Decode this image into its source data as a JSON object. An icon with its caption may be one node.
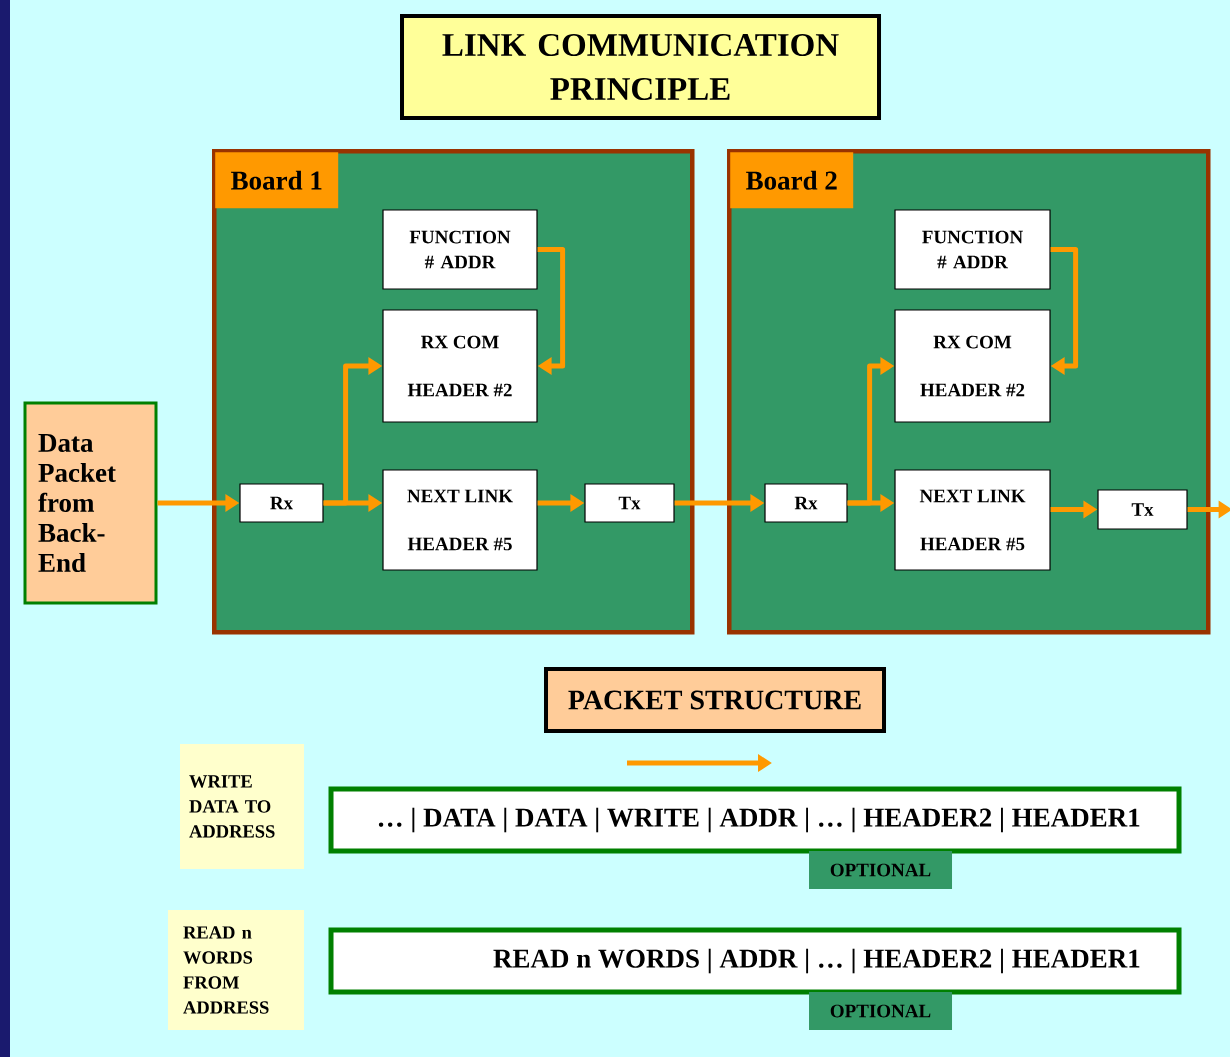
{
  "diagram": {
    "title": "LINK COMMUNICATION PRINCIPLE",
    "nodes": [
      {
        "text": [
          "Data Packet from Back-End"
        ]
      },
      {
        "text": [
          "Board 1"
        ]
      },
      {
        "text": [
          "FUNCTION # ADDR"
        ],
        "in": 1
      },
      {
        "text": [
          "RX COM",
          "HEADER #2"
        ],
        "in": 1
      },
      {
        "text": [
          "Rx"
        ],
        "in": 1
      },
      {
        "text": [
          "NEXT LINK",
          "HEADER #5"
        ],
        "in": 1
      },
      {
        "text": [
          "Tx"
        ],
        "in": 1
      },
      {
        "text": [
          "Board 2"
        ]
      },
      {
        "text": [
          "FUNCTION # ADDR"
        ],
        "in": 7
      },
      {
        "text": [
          "RX COM",
          "HEADER #2"
        ],
        "in": 7
      },
      {
        "text": [
          "Rx"
        ],
        "in": 7
      },
      {
        "text": [
          "NEXT LINK",
          "HEADER #5"
        ],
        "in": 7
      },
      {
        "text": [
          "Tx"
        ],
        "in": 7
      },
      {
        "text": [
          "PACKET STRUCTURE"
        ]
      },
      {
        "text": [
          "WRITE DATA TO ADDRESS"
        ]
      },
      {
        "text": [
          "… | DATA | DATA | WRITE | ADDR | … | HEADER2 | HEADER1"
        ]
      },
      {
        "text": [
          "OPTIONAL"
        ]
      },
      {
        "text": [
          "READ n WORDS FROM ADDRESS"
        ]
      },
      {
        "text": [
          "READ n WORDS | ADDR | … | HEADER2 | HEADER1"
        ]
      },
      {
        "text": [
          "OPTIONAL"
        ]
      }
    ],
    "edges": [
      {
        "from": 0,
        "to": 4,
        "arrow": "to"
      },
      {
        "from": 4,
        "to": 5,
        "arrow": "to"
      },
      {
        "from": 4,
        "to": 3,
        "arrow": "to"
      },
      {
        "from": 2,
        "to": 3,
        "arrow": "to"
      },
      {
        "from": 5,
        "to": 6,
        "arrow": "to"
      },
      {
        "from": 6,
        "to": 10,
        "arrow": "to"
      },
      {
        "from": 10,
        "to": 11,
        "arrow": "to"
      },
      {
        "from": 10,
        "to": 9,
        "arrow": "to"
      },
      {
        "from": 8,
        "to": 9,
        "arrow": "to"
      },
      {
        "from": 11,
        "to": 12,
        "arrow": "to"
      },
      {
        "from": 12,
        "to": null,
        "arrow": "to"
      }
    ]
  }
}
